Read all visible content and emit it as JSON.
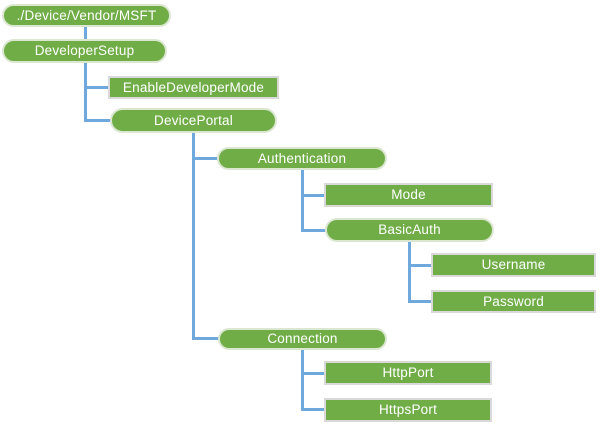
{
  "diagram": {
    "type": "tree",
    "nodes": {
      "root": {
        "label": "./Device/Vendor/MSFT",
        "shape": "pill"
      },
      "developer_setup": {
        "label": "DeveloperSetup",
        "shape": "pill"
      },
      "enable_developer_mode": {
        "label": "EnableDeveloperMode",
        "shape": "rect"
      },
      "device_portal": {
        "label": "DevicePortal",
        "shape": "pill"
      },
      "authentication": {
        "label": "Authentication",
        "shape": "pill"
      },
      "mode": {
        "label": "Mode",
        "shape": "rect"
      },
      "basic_auth": {
        "label": "BasicAuth",
        "shape": "pill"
      },
      "username": {
        "label": "Username",
        "shape": "rect"
      },
      "password": {
        "label": "Password",
        "shape": "rect"
      },
      "connection": {
        "label": "Connection",
        "shape": "pill"
      },
      "http_port": {
        "label": "HttpPort",
        "shape": "rect"
      },
      "https_port": {
        "label": "HttpsPort",
        "shape": "rect"
      }
    },
    "edges": [
      [
        "./Device/Vendor/MSFT",
        "DeveloperSetup"
      ],
      [
        "DeveloperSetup",
        "EnableDeveloperMode"
      ],
      [
        "DeveloperSetup",
        "DevicePortal"
      ],
      [
        "DevicePortal",
        "Authentication"
      ],
      [
        "Authentication",
        "Mode"
      ],
      [
        "Authentication",
        "BasicAuth"
      ],
      [
        "BasicAuth",
        "Username"
      ],
      [
        "BasicAuth",
        "Password"
      ],
      [
        "DevicePortal",
        "Connection"
      ],
      [
        "Connection",
        "HttpPort"
      ],
      [
        "Connection",
        "HttpsPort"
      ]
    ],
    "colors": {
      "node_fill": "#70AD47",
      "node_text": "#FFFFFF",
      "rect_border": "#D9D9D9",
      "connector": "#6FA8DC",
      "background": "#FFFFFF"
    }
  }
}
